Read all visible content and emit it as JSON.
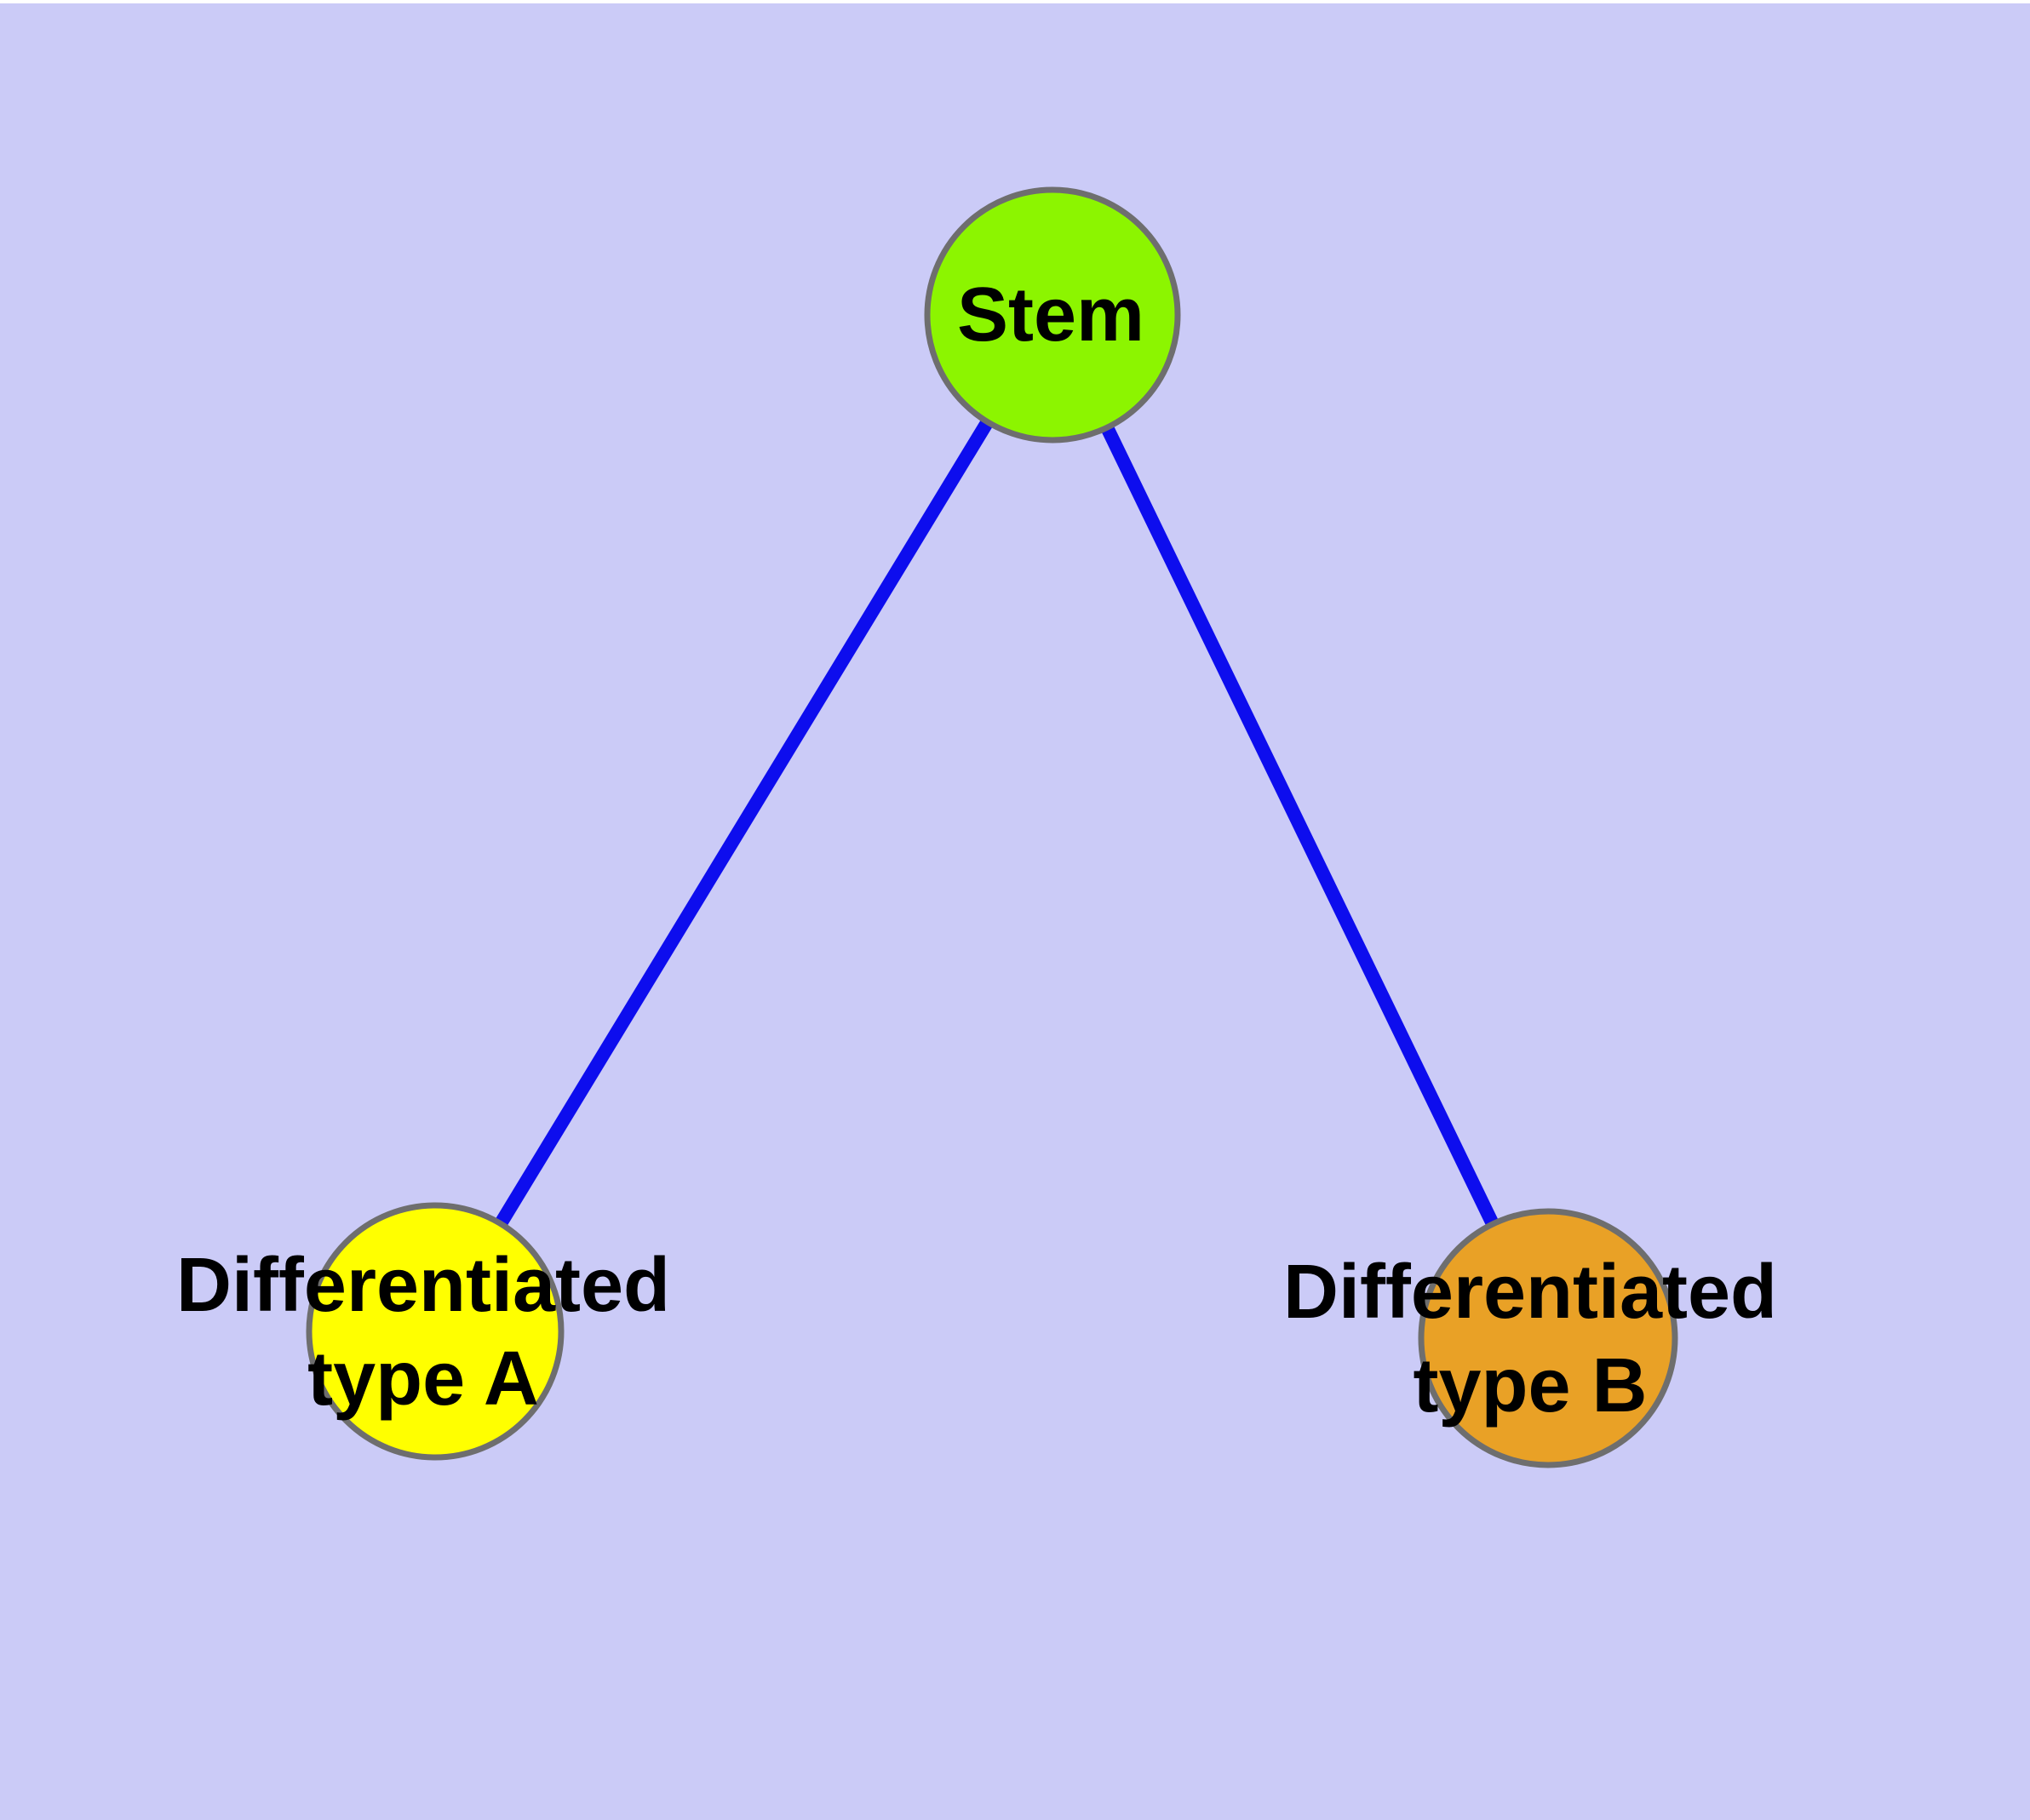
{
  "diagram": {
    "type": "graph",
    "nodes": [
      {
        "id": "stem",
        "label": "Stem",
        "fill": "#8cf500"
      },
      {
        "id": "differentiated-type-a",
        "label_line1": "Differentiated",
        "label_line2": "type A",
        "fill": "#ffff00"
      },
      {
        "id": "differentiated-type-b",
        "label_line1": "Differentiated",
        "label_line2": "type B",
        "fill": "#e9a126"
      }
    ],
    "edges": [
      {
        "from": "stem",
        "to": "differentiated-type-a"
      },
      {
        "from": "stem",
        "to": "differentiated-type-b"
      }
    ]
  },
  "colors": {
    "background": "#cbcbf7",
    "top_strip": "#ffffff",
    "edge": "#0d0dee",
    "node_border": "#6e6e6e"
  }
}
